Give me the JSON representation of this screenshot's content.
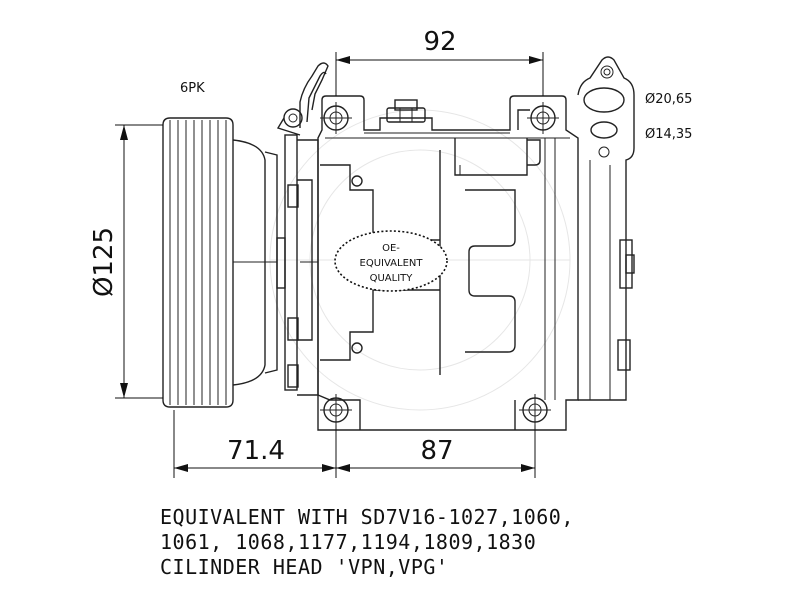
{
  "drawing": {
    "belt_profile": "6PK",
    "pulley_diameter": "Ø125",
    "dim_top": "92",
    "dim_clutch": "71.4",
    "dim_mount": "87",
    "port_large": "Ø20,65",
    "port_small": "Ø14,35",
    "badge": {
      "line1": "OE-",
      "line2": "EQUIVALENT",
      "line3": "QUALITY"
    }
  },
  "notes": {
    "line1": "EQUIVALENT WITH SD7V16-1027,1060,",
    "line2": "1061, 1068,1177,1194,1809,1830",
    "line3": "CILINDER HEAD 'VPN,VPG'"
  }
}
